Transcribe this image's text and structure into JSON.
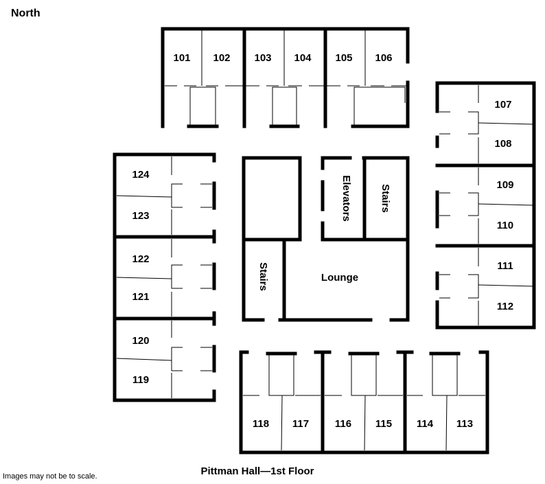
{
  "orientation_label": "North",
  "footnote": "Images may not be to scale.",
  "floor_title": "Pittman Hall—1st Floor",
  "rooms": [
    "101",
    "102",
    "103",
    "104",
    "105",
    "106",
    "107",
    "108",
    "109",
    "110",
    "111",
    "112",
    "113",
    "114",
    "115",
    "116",
    "117",
    "118",
    "119",
    "120",
    "121",
    "122",
    "123",
    "124"
  ],
  "spaces": {
    "elevators": "Elevators",
    "stairs_east": "Stairs",
    "stairs_west": "Stairs",
    "lounge": "Lounge"
  }
}
